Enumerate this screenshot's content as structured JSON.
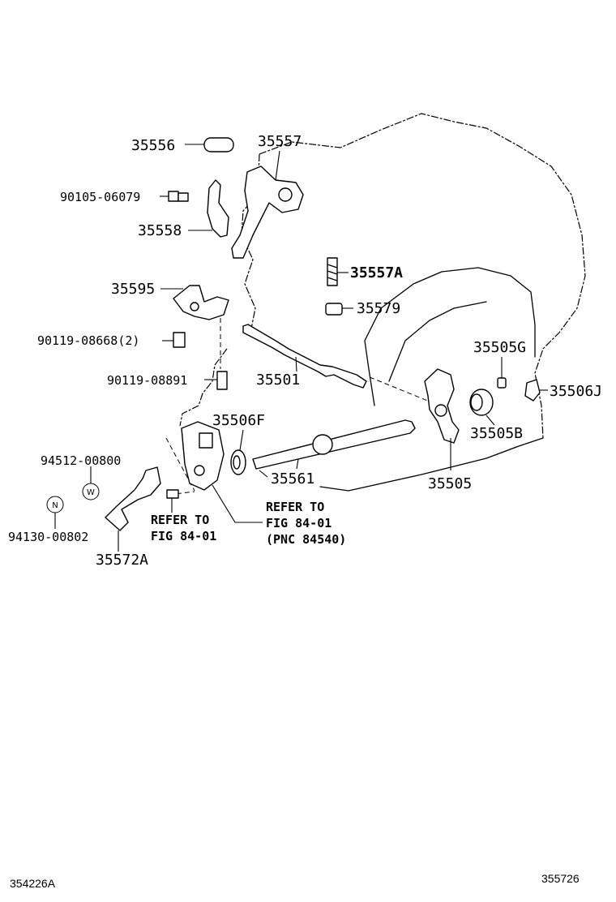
{
  "parts": {
    "p35556": "35556",
    "p35557": "35557",
    "p90105": "90105-06079",
    "p35558": "35558",
    "p35557A": "35557A",
    "p35595": "35595",
    "p35579": "35579",
    "p90119_08668": "90119-08668(2)",
    "p35505G": "35505G",
    "p90119_08891": "90119-08891",
    "p35501": "35501",
    "p35506J": "35506J",
    "p35506F": "35506F",
    "p35505B": "35505B",
    "p94512": "94512-00800",
    "p35561": "35561",
    "p35505": "35505",
    "p94130": "94130-00802",
    "p35572A": "35572A"
  },
  "refs": {
    "ref1_line1": "REFER TO",
    "ref1_line2": "FIG 84-01",
    "ref2_line1": "REFER TO",
    "ref2_line2": "FIG 84-01",
    "ref2_line3": "(PNC 84540)"
  },
  "symbols": {
    "washer": "W",
    "nut": "N"
  },
  "footer": {
    "left_code": "354226A",
    "right_code": "355726"
  }
}
